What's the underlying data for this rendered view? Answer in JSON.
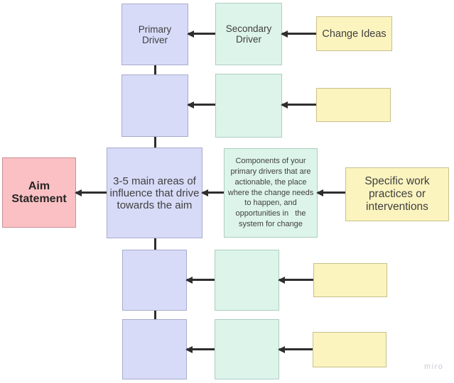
{
  "board": {
    "watermark": "miro"
  },
  "colors": {
    "purple_fill": "#D8DBF8",
    "purple_border": "#A7ABCC",
    "green_fill": "#DDF4EA",
    "green_border": "#ABCEC0",
    "yellow_fill": "#FBF4BF",
    "yellow_border": "#C9C18C",
    "pink_fill": "#FBC0C3",
    "pink_border": "#C78F94",
    "connector_line": "#2E2E2E",
    "text": "#404040"
  },
  "nodes": {
    "aim_statement": {
      "label": "Aim\nStatement"
    },
    "primary_driver": {
      "label": "Primary\nDriver"
    },
    "secondary_driver": {
      "label": "Secondary\nDriver"
    },
    "change_ideas": {
      "label": "Change Ideas"
    },
    "main_areas": {
      "label": "3-5 main areas of\ninfluence that drive\ntowards the aim"
    },
    "components_note": {
      "label": "Components of your\nprimary drivers that are\nactionable, the place\nwhere the change needs\nto happen, and\nopportunities in   the\nsystem for change"
    },
    "specific_work": {
      "label": "Specific work\npractices or\ninterventions"
    }
  }
}
